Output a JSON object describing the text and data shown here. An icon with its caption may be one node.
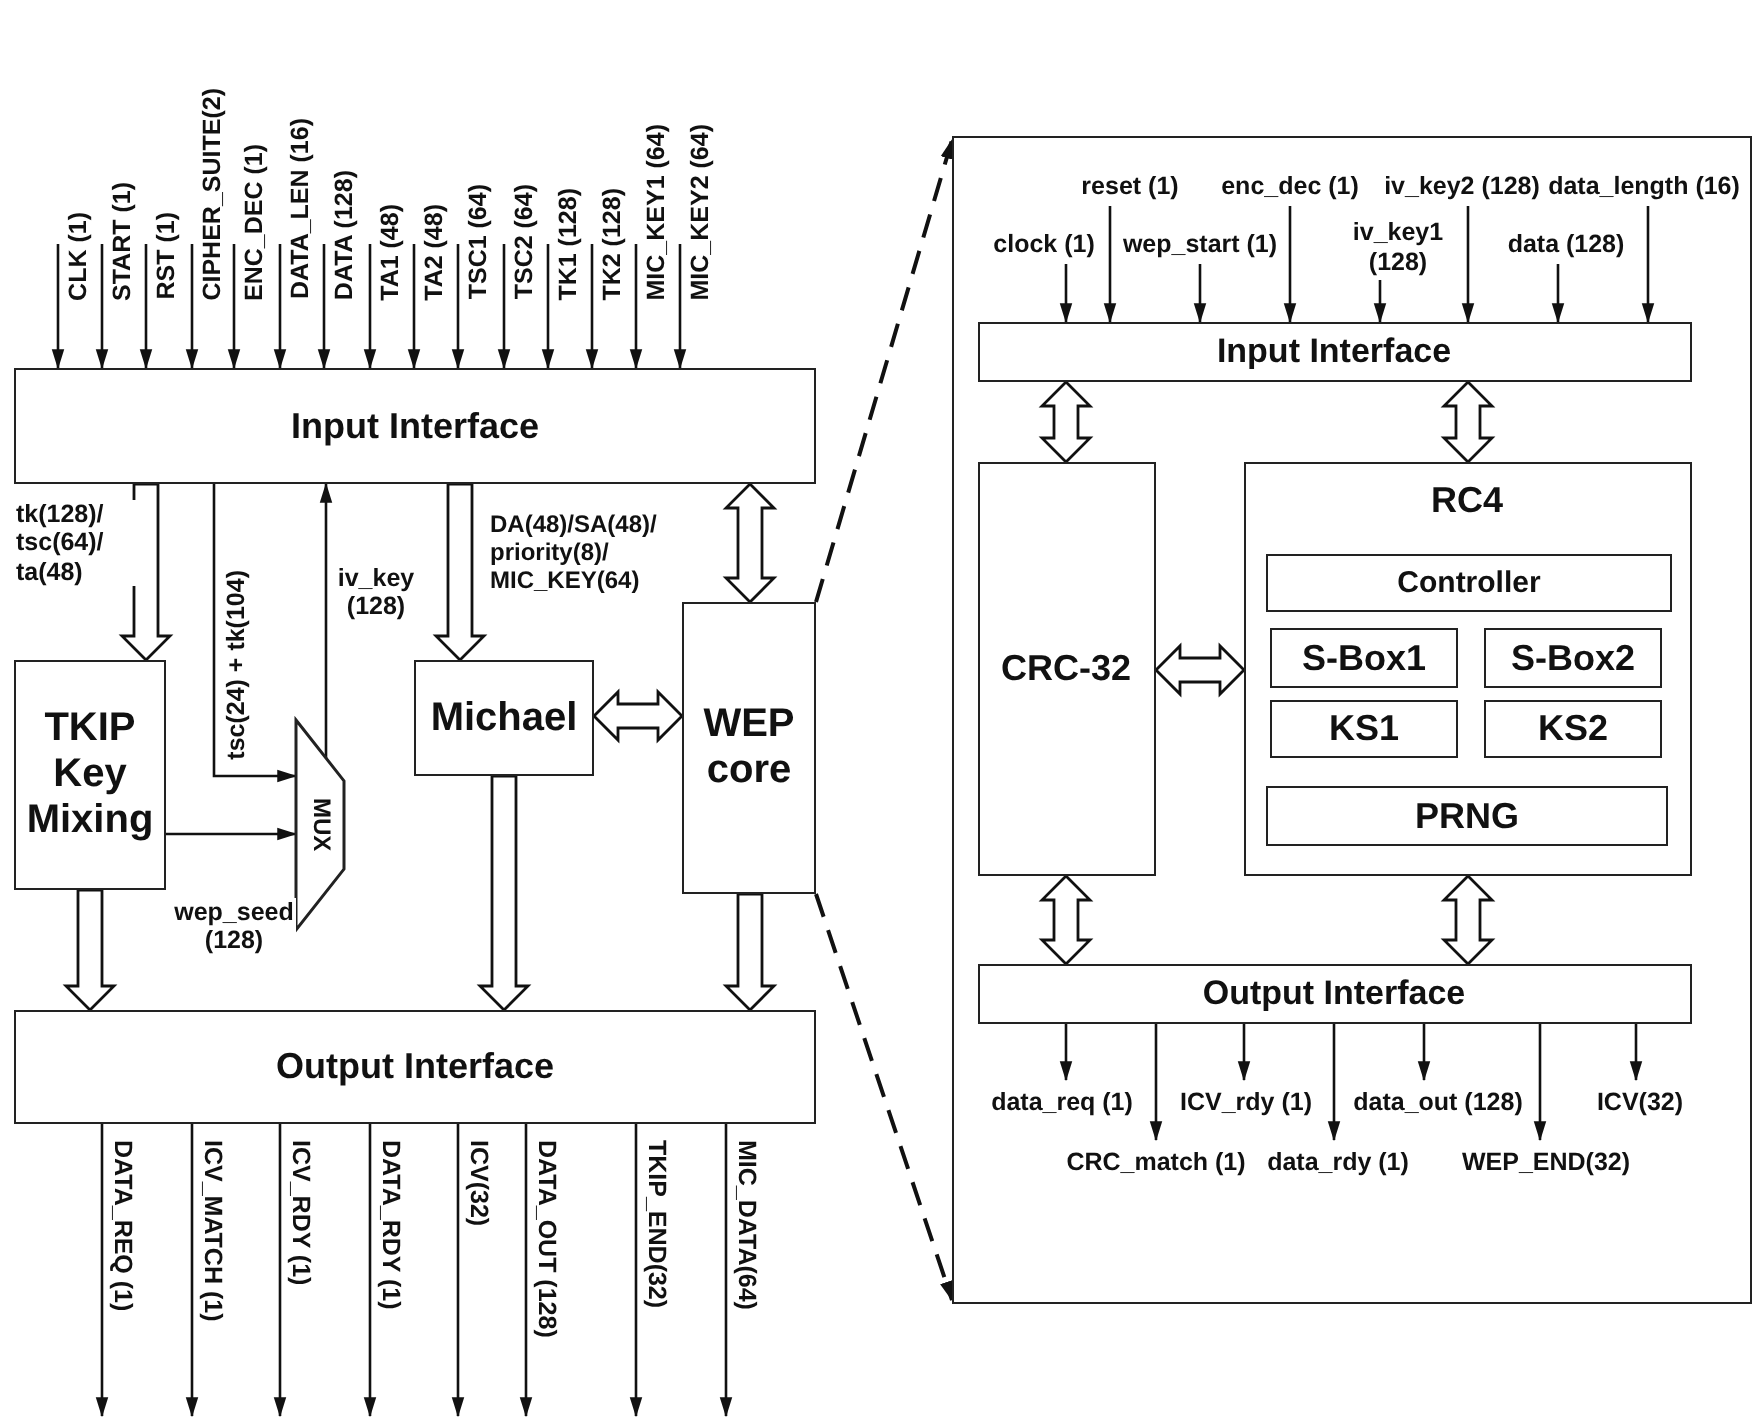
{
  "diagram": {
    "nodes": [
      {
        "text": [
          "Input Interface"
        ]
      },
      {
        "text": [
          "TKIP Key Mixing"
        ]
      },
      {
        "text": [
          "MUX"
        ]
      },
      {
        "text": [
          "Michael"
        ]
      },
      {
        "text": [
          "WEP core"
        ]
      },
      {
        "text": [
          "Output Interface"
        ]
      },
      {
        "text": [],
        "shape": "box"
      },
      {
        "text": [
          "Input Interface"
        ],
        "in": 6
      },
      {
        "text": [
          "CRC-32"
        ],
        "in": 6
      },
      {
        "text": [
          "RC4"
        ],
        "in": 6
      },
      {
        "text": [
          "Controller"
        ],
        "in": 9
      },
      {
        "text": [
          "S-Box1"
        ],
        "in": 9
      },
      {
        "text": [
          "S-Box2"
        ],
        "in": 9
      },
      {
        "text": [
          "KS1"
        ],
        "in": 9
      },
      {
        "text": [
          "KS2"
        ],
        "in": 9
      },
      {
        "text": [
          "PRNG"
        ],
        "in": 9
      },
      {
        "text": [
          "Output Interface"
        ],
        "in": 6
      }
    ],
    "edges": [
      {
        "from": null,
        "to": 0,
        "arrow": "to",
        "label": "CLK (1)"
      },
      {
        "from": null,
        "to": 0,
        "arrow": "to",
        "label": "START (1)"
      },
      {
        "from": null,
        "to": 0,
        "arrow": "to",
        "label": "RST (1)"
      },
      {
        "from": null,
        "to": 0,
        "arrow": "to",
        "label": "CIPHER_SUITE(2)"
      },
      {
        "from": null,
        "to": 0,
        "arrow": "to",
        "label": "ENC_DEC (1)"
      },
      {
        "from": null,
        "to": 0,
        "arrow": "to",
        "label": "DATA_LEN (16)"
      },
      {
        "from": null,
        "to": 0,
        "arrow": "to",
        "label": "DATA (128)"
      },
      {
        "from": null,
        "to": 0,
        "arrow": "to",
        "label": "TA1 (48)"
      },
      {
        "from": null,
        "to": 0,
        "arrow": "to",
        "label": "TA2 (48)"
      },
      {
        "from": null,
        "to": 0,
        "arrow": "to",
        "label": "TSC1 (64)"
      },
      {
        "from": null,
        "to": 0,
        "arrow": "to",
        "label": "TSC2 (64)"
      },
      {
        "from": null,
        "to": 0,
        "arrow": "to",
        "label": "TK1 (128)"
      },
      {
        "from": null,
        "to": 0,
        "arrow": "to",
        "label": "TK2 (128)"
      },
      {
        "from": null,
        "to": 0,
        "arrow": "to",
        "label": "MIC_KEY1 (64)"
      },
      {
        "from": null,
        "to": 0,
        "arrow": "to",
        "label": "MIC_KEY2 (64)"
      },
      {
        "from": 0,
        "to": 1,
        "arrow": "to",
        "style": "thick",
        "label": "tk(128)/ tsc(64)/ ta(48)"
      },
      {
        "from": 0,
        "to": 2,
        "arrow": "to",
        "label": "tsc(24) + tk(104)"
      },
      {
        "from": 2,
        "to": 0,
        "arrow": "to",
        "label": "iv_key (128)"
      },
      {
        "from": 0,
        "to": 3,
        "arrow": "to",
        "style": "thick",
        "label": "DA(48)/SA(48)/ priority(8)/ MIC_KEY(64)"
      },
      {
        "from": 0,
        "to": 4,
        "arrow": "both",
        "style": "thick"
      },
      {
        "from": 1,
        "to": 2,
        "arrow": "to",
        "label": "wep_seed (128)"
      },
      {
        "from": 3,
        "to": 4,
        "arrow": "both",
        "style": "thick"
      },
      {
        "from": 1,
        "to": 5,
        "arrow": "to",
        "style": "thick"
      },
      {
        "from": 3,
        "to": 5,
        "arrow": "to",
        "style": "thick"
      },
      {
        "from": 4,
        "to": 5,
        "arrow": "to",
        "style": "thick"
      },
      {
        "from": 5,
        "to": null,
        "arrow": "to",
        "label": "DATA_REQ (1)"
      },
      {
        "from": 5,
        "to": null,
        "arrow": "to",
        "label": "ICV_MATCH (1)"
      },
      {
        "from": 5,
        "to": null,
        "arrow": "to",
        "label": "ICV_RDY (1)"
      },
      {
        "from": 5,
        "to": null,
        "arrow": "to",
        "label": "DATA_RDY (1)"
      },
      {
        "from": 5,
        "to": null,
        "arrow": "to",
        "label": "ICV(32)"
      },
      {
        "from": 5,
        "to": null,
        "arrow": "to",
        "label": "DATA_OUT (128)"
      },
      {
        "from": 5,
        "to": null,
        "arrow": "to",
        "label": "TKIP_END(32)"
      },
      {
        "from": 5,
        "to": null,
        "arrow": "to",
        "label": "MIC_DATA(64)"
      },
      {
        "from": 4,
        "to": 6,
        "arrow": "to",
        "style": "dashed"
      },
      {
        "from": 4,
        "to": 6,
        "arrow": "to",
        "style": "dashed"
      },
      {
        "from": null,
        "to": 7,
        "arrow": "to",
        "label": "clock (1)"
      },
      {
        "from": null,
        "to": 7,
        "arrow": "to",
        "label": "reset (1)"
      },
      {
        "from": null,
        "to": 7,
        "arrow": "to",
        "label": "wep_start (1)"
      },
      {
        "from": null,
        "to": 7,
        "arrow": "to",
        "label": "enc_dec (1)"
      },
      {
        "from": null,
        "to": 7,
        "arrow": "to",
        "label": "iv_key1 (128)"
      },
      {
        "from": null,
        "to": 7,
        "arrow": "to",
        "label": "iv_key2 (128)"
      },
      {
        "from": null,
        "to": 7,
        "arrow": "to",
        "label": "data (128)"
      },
      {
        "from": null,
        "to": 7,
        "arrow": "to",
        "label": "data_length (16)"
      },
      {
        "from": 7,
        "to": 8,
        "arrow": "both",
        "style": "thick"
      },
      {
        "from": 7,
        "to": 9,
        "arrow": "both",
        "style": "thick"
      },
      {
        "from": 8,
        "to": 9,
        "arrow": "both",
        "style": "thick"
      },
      {
        "from": 8,
        "to": 16,
        "arrow": "both",
        "style": "thick"
      },
      {
        "from": 9,
        "to": 16,
        "arrow": "both",
        "style": "thick"
      },
      {
        "from": 16,
        "to": null,
        "arrow": "to",
        "label": "data_req (1)"
      },
      {
        "from": 16,
        "to": null,
        "arrow": "to",
        "label": "CRC_match (1)"
      },
      {
        "from": 16,
        "to": null,
        "arrow": "to",
        "label": "ICV_rdy (1)"
      },
      {
        "from": 16,
        "to": null,
        "arrow": "to",
        "label": "data_rdy (1)"
      },
      {
        "from": 16,
        "to": null,
        "arrow": "to",
        "label": "data_out (128)"
      },
      {
        "from": 16,
        "to": null,
        "arrow": "to",
        "label": "WEP_END(32)"
      },
      {
        "from": 16,
        "to": null,
        "arrow": "to",
        "label": "ICV(32)"
      }
    ]
  }
}
